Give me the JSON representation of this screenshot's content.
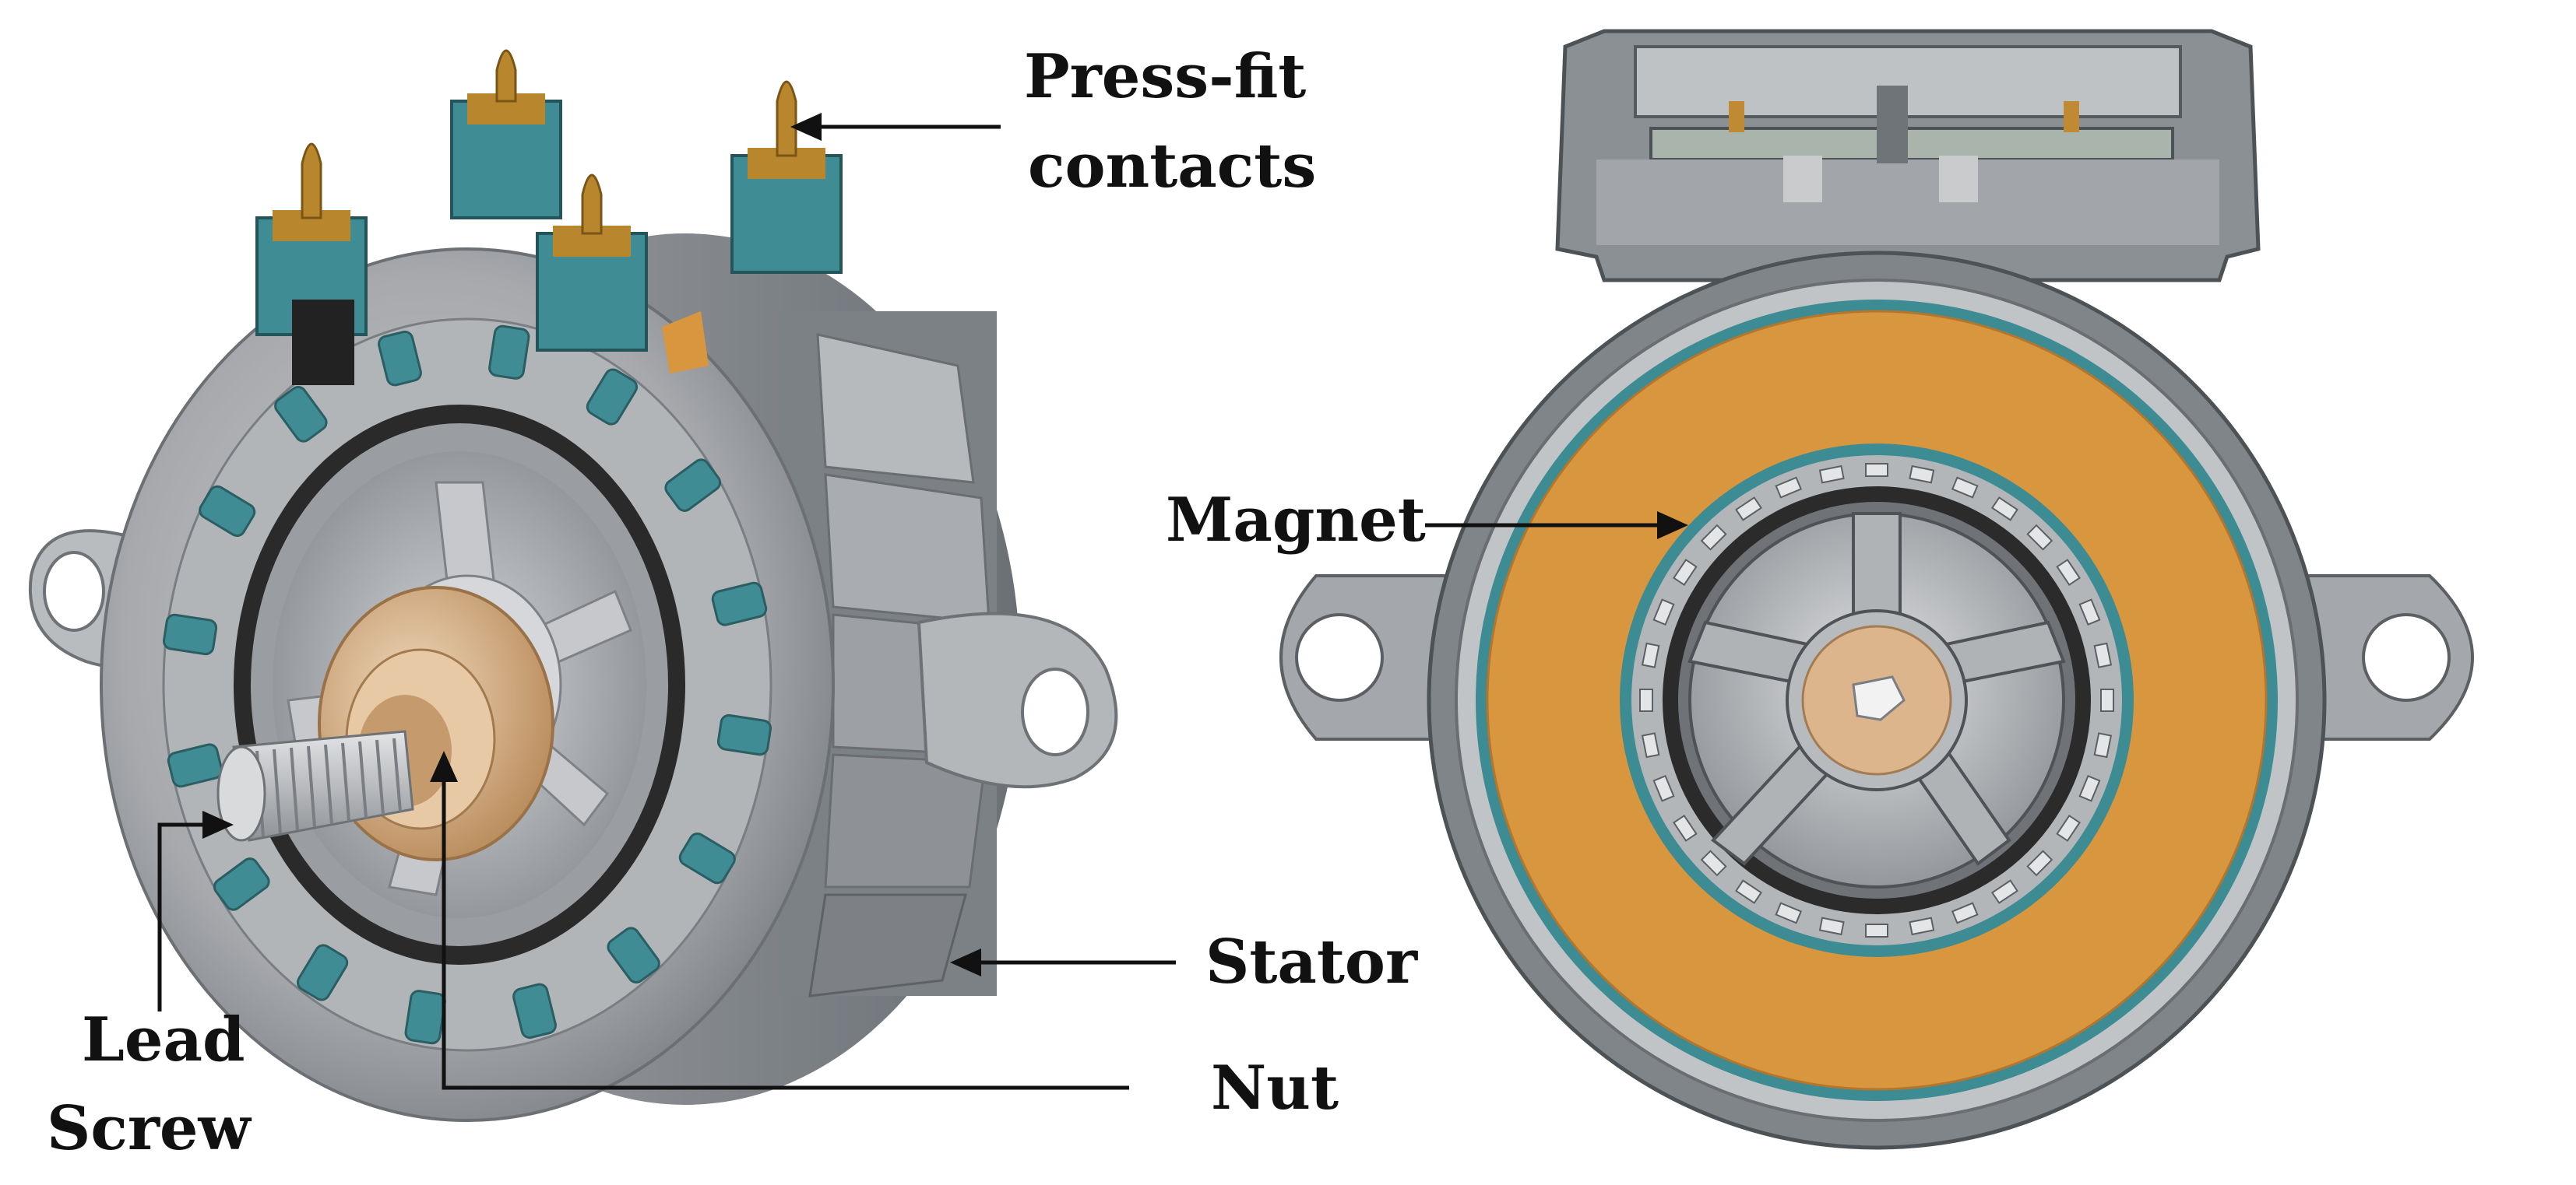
{
  "labels": {
    "press_fit_line1": "Press-fit",
    "press_fit_line2": "contacts",
    "magnet": "Magnet",
    "stator": "Stator",
    "nut": "Nut",
    "lead_line1": "Lead",
    "lead_line2": "Screw"
  },
  "colors": {
    "housing": "#a9abaf",
    "housing_light": "#c7c9cc",
    "housing_dark": "#6f7478",
    "coil_orange": "#d8963f",
    "teal": "#3f8c94",
    "contact_gold": "#b8862d",
    "nut_bronze": "#dcb58c",
    "black": "#202020"
  }
}
